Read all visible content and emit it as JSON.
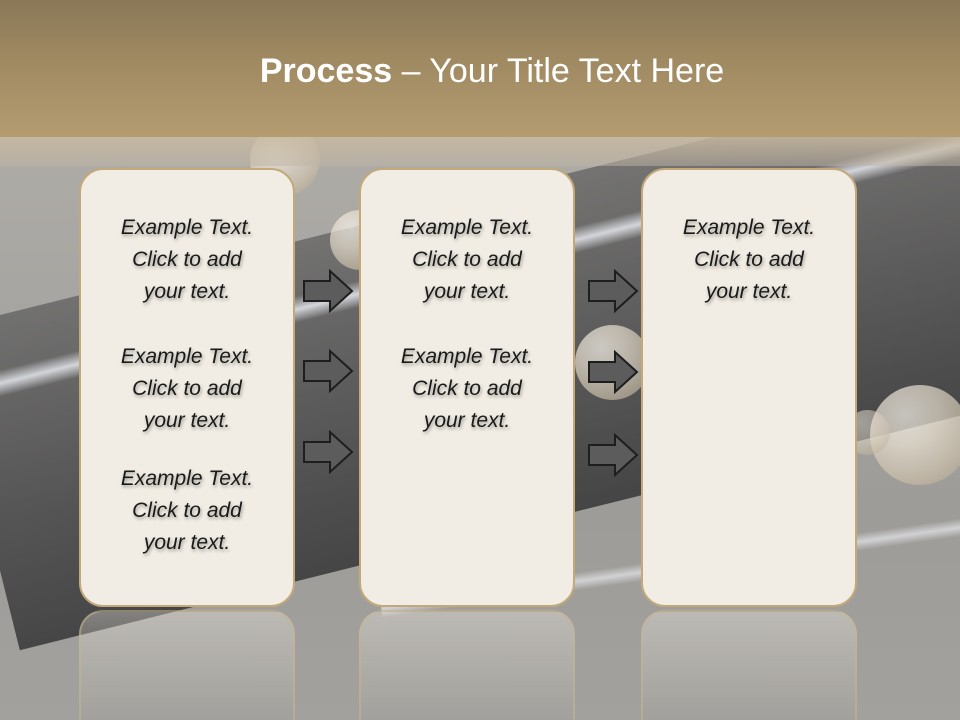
{
  "slide": {
    "title_bold": "Process",
    "title_rest": " – Your Title Text Here"
  },
  "columns": [
    {
      "blocks": [
        [
          "Example Text.",
          "Click  to add",
          "your text."
        ],
        [
          "Example Text.",
          "Click  to add",
          "your text."
        ],
        [
          "Example Text.",
          "Click  to add",
          "your text."
        ]
      ]
    },
    {
      "blocks": [
        [
          "Example Text.",
          "Click  to add",
          "your text."
        ],
        [
          "Example Text.",
          "Click  to add",
          "your text."
        ]
      ]
    },
    {
      "blocks": [
        [
          "Example Text.",
          "Click  to add",
          "your text."
        ]
      ]
    }
  ],
  "colors": {
    "header": "#a08a62",
    "box_fill": "#f1ede4",
    "box_border": "#c3a97a",
    "arrow_fill": "#5c5c5c"
  }
}
